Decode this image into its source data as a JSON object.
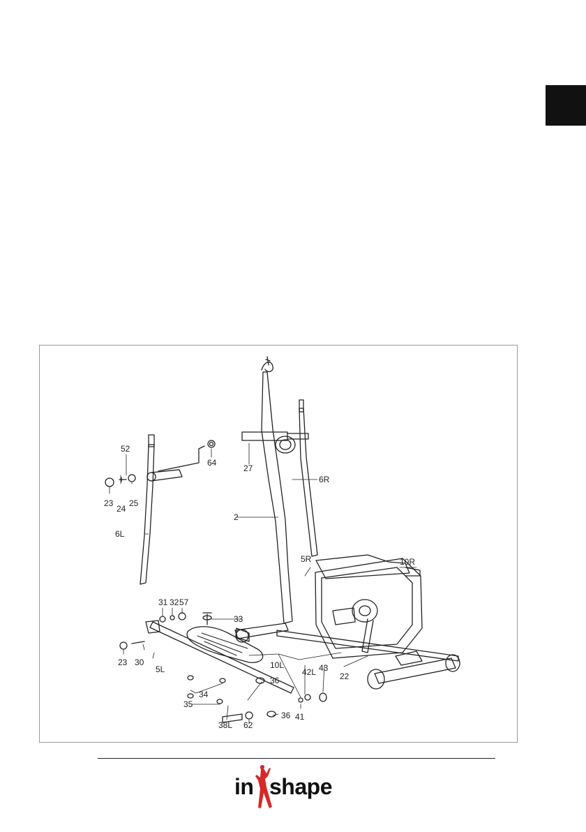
{
  "colors": {
    "ink": "#222222",
    "tab": "#111111",
    "brand_accent": "#d62828"
  },
  "icons": {
    "logo_figure": "red-woman-silhouette-icon"
  },
  "brand": {
    "left": "in",
    "right": "shape"
  },
  "parts": {
    "p52": "52",
    "p23a": "23",
    "p24": "24",
    "p25": "25",
    "p64": "64",
    "p27": "27",
    "p6R": "6R",
    "p2": "2",
    "p6L": "6L",
    "p5R": "5R",
    "p10R": "10R",
    "p31": "31",
    "p32": "32",
    "p57": "57",
    "p33": "33",
    "p23b": "23",
    "p30": "30",
    "p5L": "5L",
    "p10L": "10L",
    "p42L": "42L",
    "p43": "43",
    "p22": "22",
    "p36a": "36",
    "p34": "34",
    "p35": "35",
    "p38L": "38L",
    "p62": "62",
    "p36b": "36",
    "p41": "41"
  }
}
